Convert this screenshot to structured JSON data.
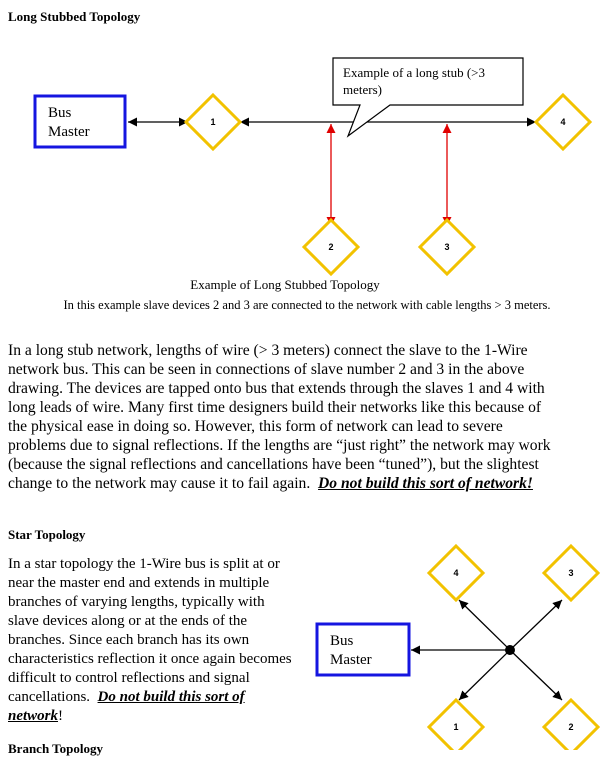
{
  "section1": {
    "heading": "Long Stubbed Topology",
    "bus_master_line1": "Bus",
    "bus_master_line2": "Master",
    "callout_line1": "Example of a long stub (>3",
    "callout_line2": "meters)",
    "nodes": [
      "1",
      "2",
      "3",
      "4"
    ],
    "caption": "Example of Long Stubbed Topology",
    "subcaption": "In this example slave devices 2 and 3 are connected to the network with cable lengths > 3 meters.",
    "paragraph_lines": [
      "In a long stub network, lengths of wire (> 3 meters) connect the slave to the 1-Wire",
      "network bus.  This can be seen in connections of slave number 2 and 3 in the above",
      "drawing. The devices are tapped onto bus that extends through the slaves 1 and 4 with",
      "long leads of wire. Many first time designers build their networks like this because of",
      "the physical ease in doing so. However, this form of network can lead to severe",
      "problems due to signal reflections. If the lengths are “just right” the network may work",
      "(because the signal reflections and cancellations have been  “tuned”), but the slightest"
    ],
    "paragraph_last": "change to the network may cause it to fail again.",
    "warning": "Do not build this sort of network!"
  },
  "section2": {
    "heading": "Star Topology",
    "paragraph_lines": [
      "In a star topology the 1-Wire bus is split at or",
      "near the master end and extends in multiple",
      "branches of varying lengths, typically with",
      "slave devices along or at the ends of the",
      "branches.  Since each branch has its own",
      "characteristics reflection it once again becomes",
      "difficult to control reflections and signal"
    ],
    "paragraph_last": "cancellations.",
    "warning_part1": "Do not build this sort of",
    "warning_part2": "network",
    "trailing": "!",
    "bus_master_line1": "Bus",
    "bus_master_line2": "Master",
    "nodes": [
      "4",
      "3",
      "1",
      "2"
    ]
  },
  "section3": {
    "heading": "Branch Topology"
  },
  "colors": {
    "bus_master_border": "#1515e0",
    "node_border": "#f2c200",
    "stub_arrow": "#e00000",
    "line": "#000000"
  }
}
